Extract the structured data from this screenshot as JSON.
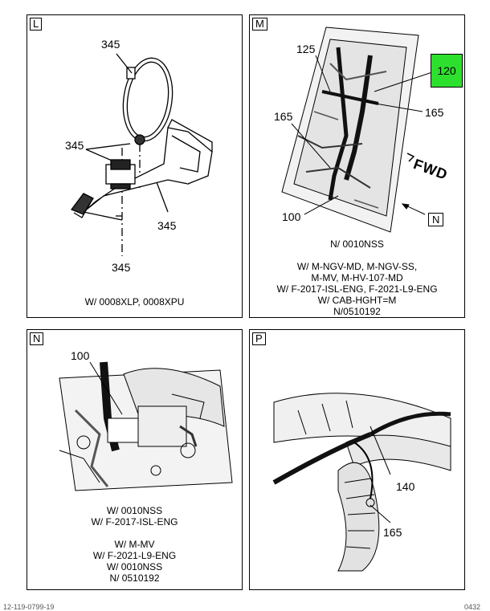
{
  "panels": {
    "L": {
      "tag": "L",
      "callouts": [
        "345",
        "345",
        "345",
        "345"
      ],
      "caption": [
        "W/ 0008XLP, 0008XPU"
      ]
    },
    "M": {
      "tag": "M",
      "callouts": [
        "125",
        "165",
        "165",
        "100"
      ],
      "highlight": "120",
      "highlight_color": "#2ee02e",
      "fwd": "FWD",
      "view_ref": "N",
      "caption": [
        "N/ 0010NSS",
        "",
        "W/ M-NGV-MD, M-NGV-SS,",
        "M-MV, M-HV-107-MD",
        "W/ F-2017-ISL-ENG, F-2021-L9-ENG",
        "W/ CAB-HGHT=M",
        "N/0510192"
      ]
    },
    "N": {
      "tag": "N",
      "callouts": [
        "100"
      ],
      "caption": [
        "W/ 0010NSS",
        "W/ F-2017-ISL-ENG",
        "",
        "W/ M-MV",
        "W/ F-2021-L9-ENG",
        "W/ 0010NSS",
        "N/ 0510192"
      ]
    },
    "P": {
      "tag": "P",
      "callouts": [
        "140",
        "165"
      ]
    }
  },
  "footer": {
    "left": "12-119-0799-19",
    "right": "0432"
  }
}
